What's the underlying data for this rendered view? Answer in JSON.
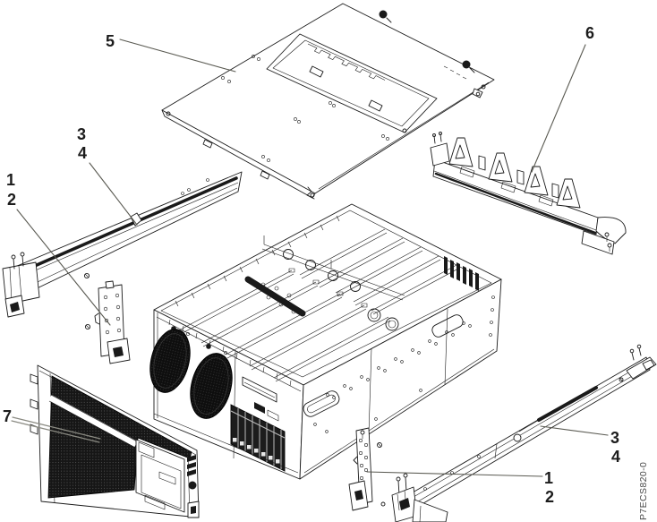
{
  "figure": {
    "part_id": "P7ECS820-0",
    "callouts": {
      "cover": "5",
      "cable_bracket": "6",
      "bezel": "7",
      "left_rail_upper": "3",
      "left_rail_lower": "4",
      "left_bracket_upper": "1",
      "left_bracket_lower": "2",
      "right_rail_upper": "3",
      "right_rail_lower": "4",
      "right_bracket_upper": "1",
      "right_bracket_lower": "2"
    },
    "colors": {
      "line": "#1a1a1a",
      "leader": "#5a5a52",
      "leader_light": "#8a8a82",
      "label_text": "#1c1c1c",
      "part_id_text": "#4a4a4a"
    }
  }
}
